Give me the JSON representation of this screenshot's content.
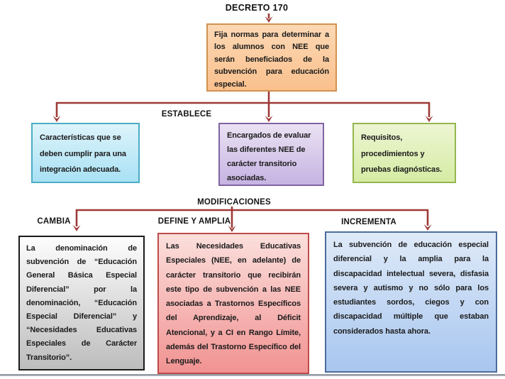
{
  "title": "DECRETO 170",
  "root_box": {
    "text": "Fija normas para determinar a los alumnos con NEE que serán beneficiados de la subvención para educación especial."
  },
  "establece": {
    "label": "ESTABLECE",
    "boxes": [
      {
        "id": "caracteristicas",
        "text": "Características que se deben cumplir para una integración adecuada."
      },
      {
        "id": "encargados",
        "text": "Encargados de evaluar las diferentes NEE de carácter transitorio asociadas."
      },
      {
        "id": "requisitos",
        "text": "Requisitos, procedimientos y pruebas diagnósticas."
      }
    ]
  },
  "modificaciones": {
    "label": "MODIFICACIONES",
    "branches": [
      {
        "label": "CAMBIA",
        "text": "La denominación de subvención de “Educación General Básica Especial Diferencial” por la denominación, “Educación Especial Diferencial” y “Necesidades Educativas Especiales de Carácter Transitorio”."
      },
      {
        "label": "DEFINE Y AMPLIA",
        "text": "Las Necesidades Educativas Especiales (NEE, en adelante) de carácter transitorio que recibirán este tipo de subvención a las NEE asociadas a Trastornos Específicos del Aprendizaje, al Déficit Atencional, y a CI en Rango Límite, además del Trastorno Específico del Lenguaje."
      },
      {
        "label": "INCREMENTA",
        "text": "La subvención de educación especial diferencial y la amplia para la discapacidad intelectual severa, disfasia severa y autismo y no sólo para los estudiantes sordos, ciegos y con discapacidad múltiple que estaban considerados hasta ahora."
      }
    ]
  },
  "colors": {
    "arrow": "#9E3A38",
    "root_fill_top": "#FCD8B4",
    "root_fill_bottom": "#FAC08D",
    "root_border": "#D0914E",
    "cyan_fill_top": "#DDF4FB",
    "cyan_fill_bottom": "#A9E1F4",
    "cyan_border": "#4BACC6",
    "purple_fill_top": "#EAE2F3",
    "purple_fill_bottom": "#C6B3E2",
    "purple_border": "#8064A2",
    "green_fill_top": "#EDF5D3",
    "green_fill_bottom": "#D5ECA4",
    "green_border": "#94B64E",
    "gray_fill_top": "#FDFDFD",
    "gray_fill_bottom": "#BDBDBD",
    "gray_border": "#1A1A1A",
    "pink_fill_top": "#FBDFDC",
    "pink_fill_bottom": "#F19392",
    "pink_border": "#BE4B48",
    "blue_fill_top": "#DFEAF8",
    "blue_fill_bottom": "#A8C6EF",
    "blue_border": "#4A6C9B",
    "divider": "#969BA4"
  }
}
